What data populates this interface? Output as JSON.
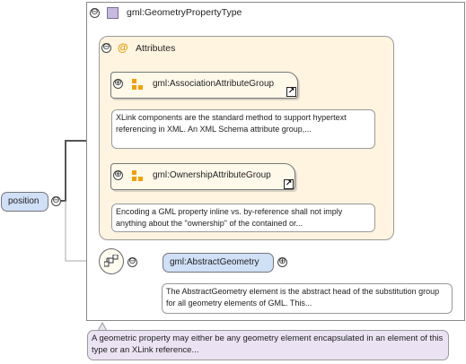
{
  "complex_type": {
    "name": "gml:GeometryPropertyType"
  },
  "attributes": {
    "label": "Attributes"
  },
  "groups": [
    {
      "name": "gml:AssociationAttributeGroup",
      "doc": "XLink components are the standard method to support hypertext referencing in XML. An XML Schema attribute group,..."
    },
    {
      "name": "gml:OwnershipAttributeGroup",
      "doc": "Encoding a GML property inline vs. by-reference shall not imply anything about the \"ownership\" of the contained or..."
    }
  ],
  "element": {
    "name": "gml:AbstractGeometry",
    "doc": "The AbstractGeometry element is the abstract head of the substitution group for all geometry elements of GML. This..."
  },
  "root": {
    "name": "position"
  },
  "type_doc": "A geometric property may either be any geometry element encapsulated in an element of this type or an XLink reference...",
  "symbols": {
    "collapse": "⊖",
    "expand": "⊕",
    "at": "@"
  },
  "colors": {
    "element_fill": "#cfe0f7",
    "attr_panel": "#fff4e0",
    "doc_purple": "#ebe3f3",
    "group_icon": "#f2a000"
  }
}
